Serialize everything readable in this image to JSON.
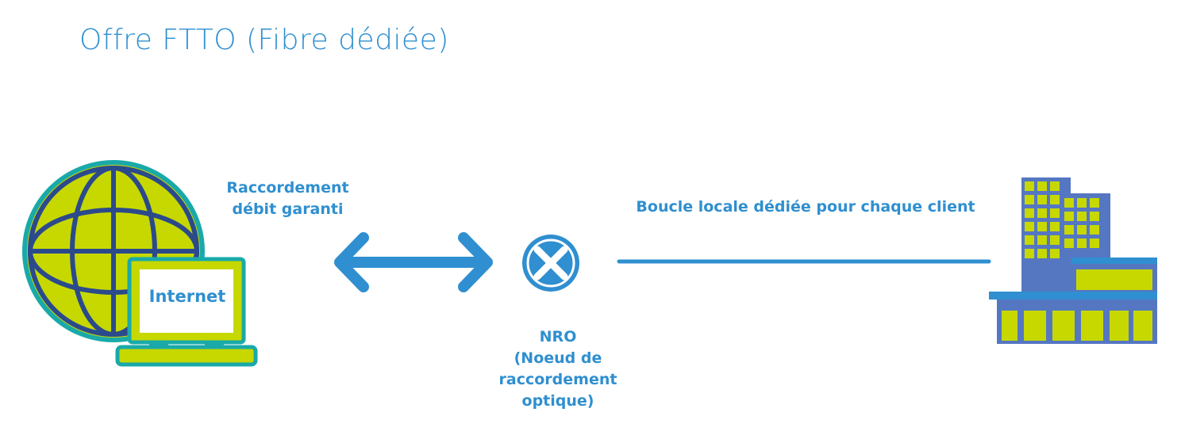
{
  "title": "Offre FTTO (Fibre dédiée)",
  "internet_label": "Internet",
  "link_label": [
    "Raccordement",
    "débit garanti"
  ],
  "loop_label": "Boucle locale dédiée pour chaque client",
  "node_label": [
    "NRO",
    "(Noeud de",
    "raccordement",
    "optique)"
  ],
  "colors": {
    "blue": "#2f8fd0",
    "lime": "#c6d800",
    "teal": "#1aa9a9",
    "navy": "#2b4a8c",
    "building": "#5577c2"
  }
}
